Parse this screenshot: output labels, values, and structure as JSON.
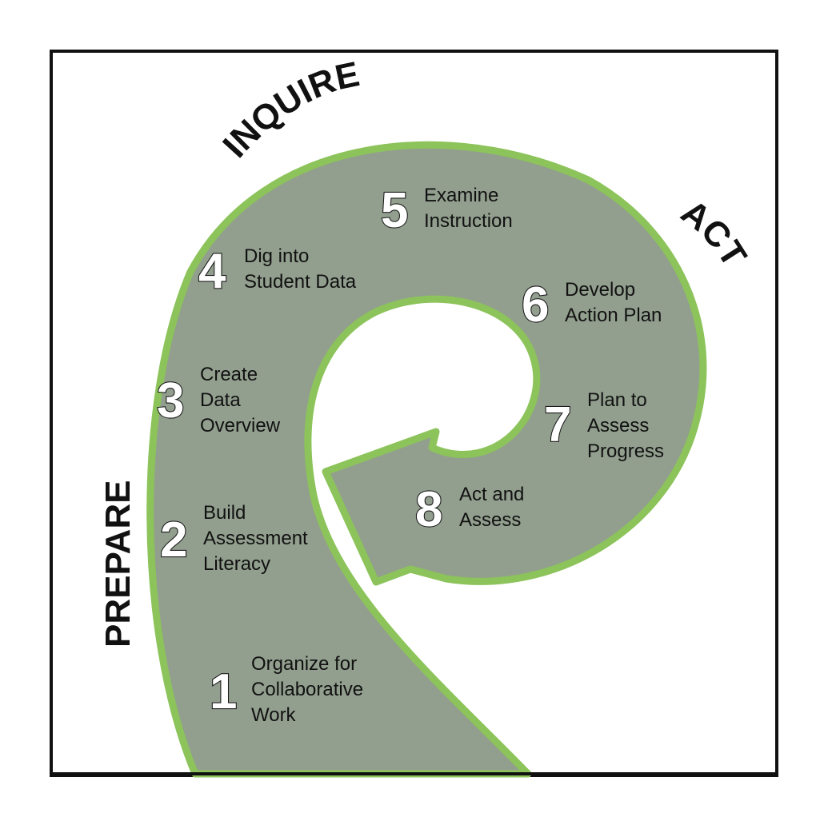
{
  "phases": {
    "prepare": "PREPARE",
    "inquire": "INQUIRE",
    "act": "ACT"
  },
  "steps": [
    {
      "number": "1",
      "lines": [
        "Organize for",
        "Collaborative",
        "Work"
      ]
    },
    {
      "number": "2",
      "lines": [
        "Build",
        "Assessment",
        "Literacy"
      ]
    },
    {
      "number": "3",
      "lines": [
        "Create",
        "Data",
        "Overview"
      ]
    },
    {
      "number": "4",
      "lines": [
        "Dig into",
        "Student Data"
      ]
    },
    {
      "number": "5",
      "lines": [
        "Examine",
        "Instruction"
      ]
    },
    {
      "number": "6",
      "lines": [
        "Develop",
        "Action Plan"
      ]
    },
    {
      "number": "7",
      "lines": [
        "Plan to",
        "Assess",
        "Progress"
      ]
    },
    {
      "number": "8",
      "lines": [
        "Act and",
        "Assess"
      ]
    }
  ],
  "colors": {
    "spiral_fill": "#929f8e",
    "spiral_edge": "#8cc35a",
    "border": "#111111",
    "text": "#111111",
    "number_fill": "#ffffff"
  }
}
